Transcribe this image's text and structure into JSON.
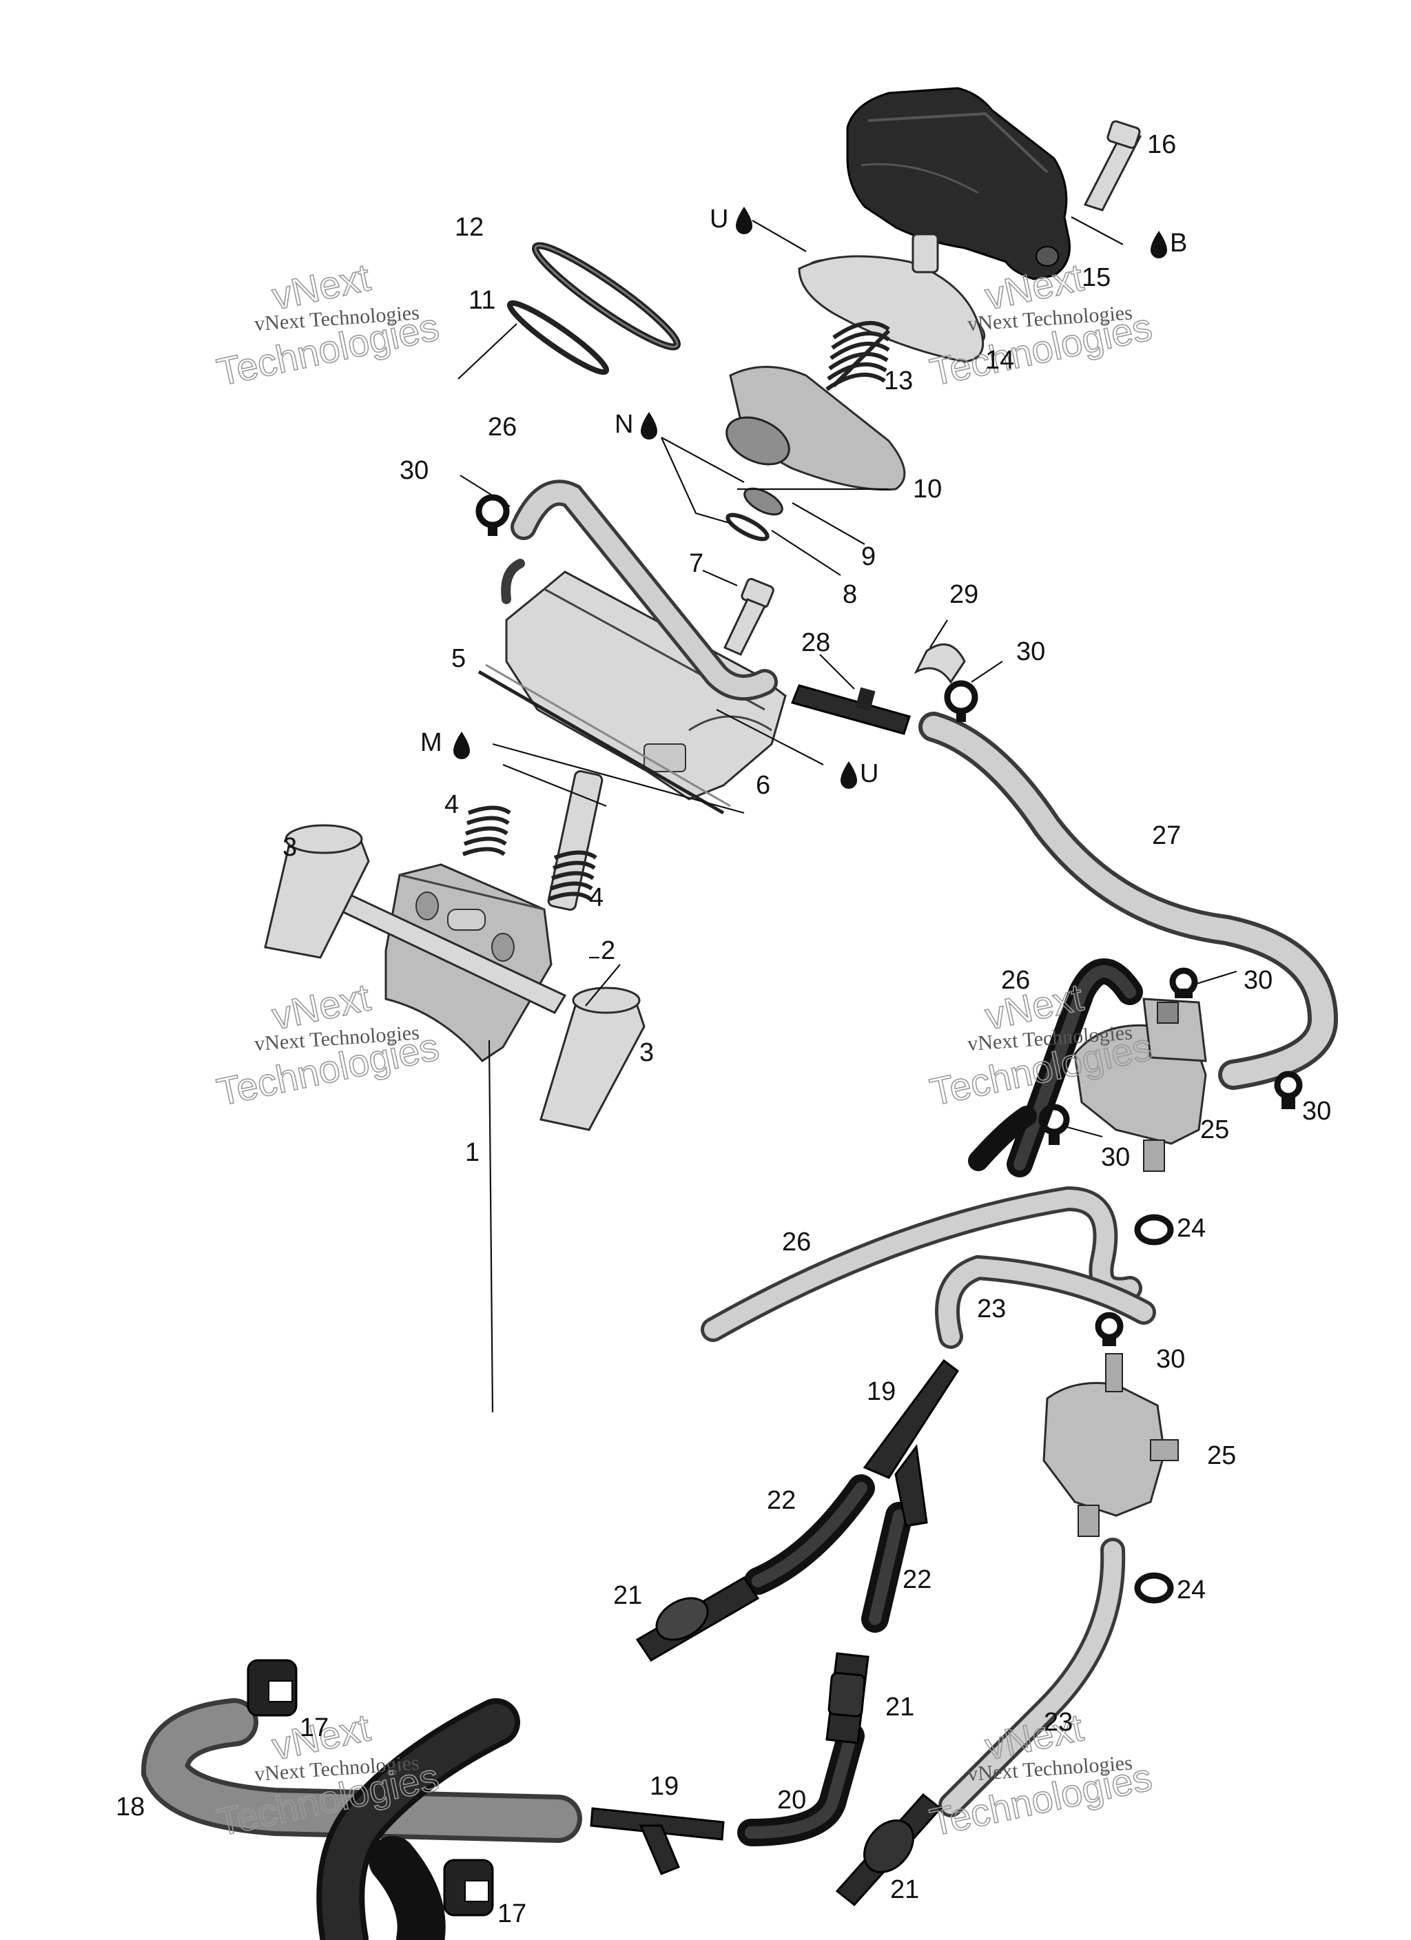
{
  "watermark": {
    "line1": "vNext Technologies",
    "line2": "vNext",
    "line3": "Technologies"
  },
  "labels": [
    {
      "id": "1",
      "text": "1"
    },
    {
      "id": "2",
      "text": "2"
    },
    {
      "id": "3a",
      "text": "3"
    },
    {
      "id": "3b",
      "text": "3"
    },
    {
      "id": "4a",
      "text": "4"
    },
    {
      "id": "4b",
      "text": "4"
    },
    {
      "id": "5",
      "text": "5"
    },
    {
      "id": "6",
      "text": "6"
    },
    {
      "id": "7",
      "text": "7"
    },
    {
      "id": "8",
      "text": "8"
    },
    {
      "id": "9",
      "text": "9"
    },
    {
      "id": "10",
      "text": "10"
    },
    {
      "id": "11",
      "text": "11"
    },
    {
      "id": "12",
      "text": "12"
    },
    {
      "id": "13",
      "text": "13"
    },
    {
      "id": "14",
      "text": "14"
    },
    {
      "id": "15",
      "text": "15"
    },
    {
      "id": "16",
      "text": "16"
    },
    {
      "id": "17a",
      "text": "17"
    },
    {
      "id": "17b",
      "text": "17"
    },
    {
      "id": "18",
      "text": "18"
    },
    {
      "id": "19a",
      "text": "19"
    },
    {
      "id": "19b",
      "text": "19"
    },
    {
      "id": "20",
      "text": "20"
    },
    {
      "id": "21a",
      "text": "21"
    },
    {
      "id": "21b",
      "text": "21"
    },
    {
      "id": "21c",
      "text": "21"
    },
    {
      "id": "22a",
      "text": "22"
    },
    {
      "id": "22b",
      "text": "22"
    },
    {
      "id": "23a",
      "text": "23"
    },
    {
      "id": "23b",
      "text": "23"
    },
    {
      "id": "24a",
      "text": "24"
    },
    {
      "id": "24b",
      "text": "24"
    },
    {
      "id": "25a",
      "text": "25"
    },
    {
      "id": "25b",
      "text": "25"
    },
    {
      "id": "26a",
      "text": "26"
    },
    {
      "id": "26b",
      "text": "26"
    },
    {
      "id": "26c",
      "text": "26"
    },
    {
      "id": "27",
      "text": "27"
    },
    {
      "id": "28",
      "text": "28"
    },
    {
      "id": "29",
      "text": "29"
    },
    {
      "id": "30a",
      "text": "30"
    },
    {
      "id": "30b",
      "text": "30"
    },
    {
      "id": "30c",
      "text": "30"
    },
    {
      "id": "30d",
      "text": "30"
    },
    {
      "id": "30e",
      "text": "30"
    },
    {
      "id": "30f",
      "text": "30"
    }
  ],
  "lubricant_marks": [
    {
      "id": "U1",
      "letter": "U"
    },
    {
      "id": "B",
      "letter": "B"
    },
    {
      "id": "N",
      "letter": "N"
    },
    {
      "id": "U2",
      "letter": "U"
    },
    {
      "id": "M",
      "letter": "M"
    }
  ],
  "icons": {
    "drop": "oil-drop-icon"
  }
}
